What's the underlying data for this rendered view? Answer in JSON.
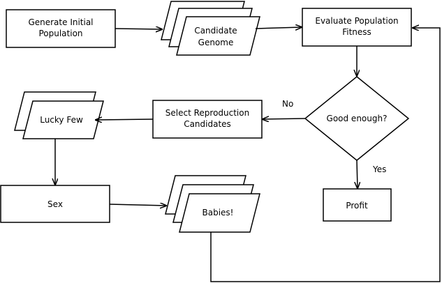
{
  "diagram": {
    "nodes": {
      "generate": {
        "line1": "Generate Initial",
        "line2": "Population"
      },
      "candidate": {
        "line1": "Candidate",
        "line2": "Genome"
      },
      "evaluate": {
        "line1": "Evaluate Population",
        "line2": "Fitness"
      },
      "decision": {
        "label": "Good enough?"
      },
      "select": {
        "line1": "Select Reproduction",
        "line2": "Candidates"
      },
      "lucky": {
        "label": "Lucky Few"
      },
      "sex": {
        "label": "Sex"
      },
      "babies": {
        "label": "Babies!"
      },
      "profit": {
        "label": "Profit"
      }
    },
    "edges": {
      "no": "No",
      "yes": "Yes"
    }
  }
}
